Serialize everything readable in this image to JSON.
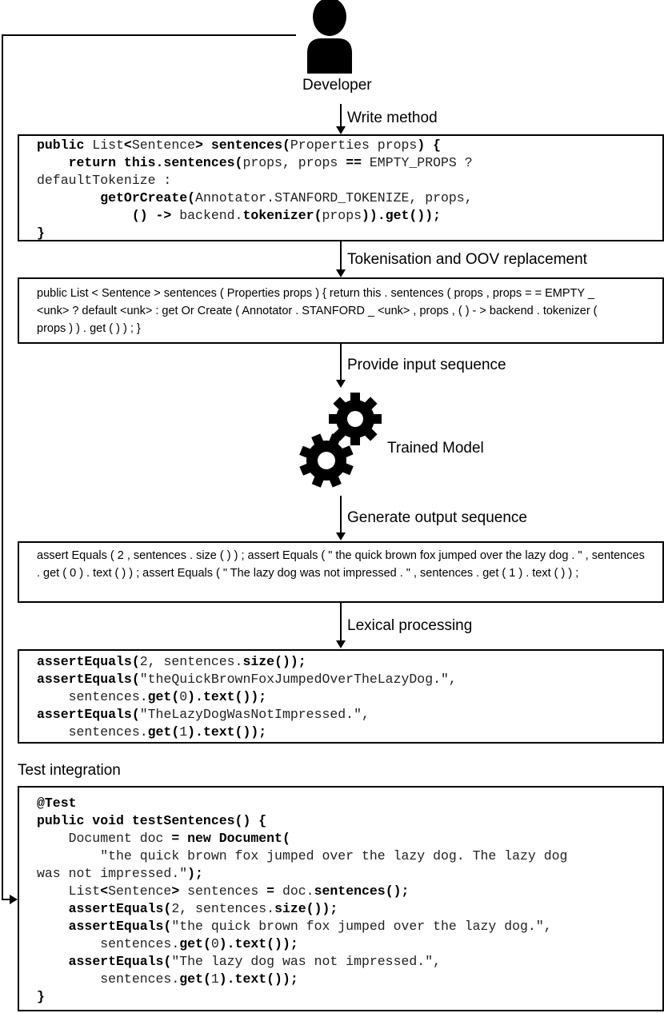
{
  "developer_label": "Developer",
  "steps": {
    "write_method": "Write method",
    "tokenisation": "Tokenisation and OOV replacement",
    "provide_input": "Provide input sequence",
    "model": "Trained Model",
    "generate_output": "Generate output sequence",
    "lexical": "Lexical processing",
    "test_integration": "Test integration"
  },
  "method_code": [
    [
      {
        "t": "public ",
        "b": 1
      },
      {
        "t": "List"
      },
      {
        "t": "<",
        "b": 1
      },
      {
        "t": "Sentence"
      },
      {
        "t": "> ",
        "b": 1
      },
      {
        "t": "sentences(",
        "b": 1
      },
      {
        "t": "Properties props"
      },
      {
        "t": ") {",
        "b": 1
      }
    ],
    [
      {
        "t": "    "
      },
      {
        "t": "return this.sentences(",
        "b": 1
      },
      {
        "t": "props, props "
      },
      {
        "t": "==",
        "b": 1
      },
      {
        "t": " EMPTY_PROPS ?"
      }
    ],
    [
      {
        "t": "defaultTokenize :"
      }
    ],
    [
      {
        "t": "        "
      },
      {
        "t": "getOrCreate(",
        "b": 1
      },
      {
        "t": "Annotator.STANFORD_TOKENIZE, props,"
      }
    ],
    [
      {
        "t": "            "
      },
      {
        "t": "() ->",
        "b": 1
      },
      {
        "t": " backend."
      },
      {
        "t": "tokenizer(",
        "b": 1
      },
      {
        "t": "props"
      },
      {
        "t": ")).get());",
        "b": 1
      }
    ],
    [
      {
        "t": "}",
        "b": 1
      }
    ]
  ],
  "token_input": "public List < Sentence > sentences ( Properties props ) { return this . sentences ( props , props = = EMPTY _ <unk> ? default <unk> : get Or Create ( Annotator . STANFORD _ <unk> , props , ( ) - > backend . tokenizer ( props ) ) . get ( ) ) ; }",
  "token_output": "assert Equals ( 2 , sentences . size ( ) ) ; assert Equals ( \" the quick brown fox jumped over the lazy dog . \" , sentences . get ( 0 ) . text ( ) ) ; assert Equals ( \" The lazy dog was not impressed . \" , sentences . get ( 1 ) . text ( ) ) ;",
  "lexical_code": [
    [
      {
        "t": "assertEquals(",
        "b": 1
      },
      {
        "t": "2, sentences."
      },
      {
        "t": "size());",
        "b": 1
      }
    ],
    [
      {
        "t": "assertEquals(",
        "b": 1
      },
      {
        "t": "\"theQuickBrownFoxJumpedOverTheLazyDog.\","
      }
    ],
    [
      {
        "t": "    sentences."
      },
      {
        "t": "get(",
        "b": 1
      },
      {
        "t": "0"
      },
      {
        "t": ").text());",
        "b": 1
      }
    ],
    [
      {
        "t": "assertEquals(",
        "b": 1
      },
      {
        "t": "\"TheLazyDogWasNotImpressed.\","
      }
    ],
    [
      {
        "t": "    sentences."
      },
      {
        "t": "get(",
        "b": 1
      },
      {
        "t": "1"
      },
      {
        "t": ").text());",
        "b": 1
      }
    ]
  ],
  "test_code": [
    [
      {
        "t": "@Test",
        "b": 1
      }
    ],
    [
      {
        "t": "public void testSentences() {",
        "b": 1
      }
    ],
    [
      {
        "t": "    Document doc "
      },
      {
        "t": "= new Document(",
        "b": 1
      }
    ],
    [
      {
        "t": "        \"the quick brown fox jumped over the lazy dog. The lazy dog"
      }
    ],
    [
      {
        "t": "was not impressed.\""
      },
      {
        "t": ");",
        "b": 1
      }
    ],
    [
      {
        "t": "    List"
      },
      {
        "t": "<",
        "b": 1
      },
      {
        "t": "Sentence"
      },
      {
        "t": ">",
        "b": 1
      },
      {
        "t": " sentences "
      },
      {
        "t": "=",
        "b": 1
      },
      {
        "t": " doc."
      },
      {
        "t": "sentences();",
        "b": 1
      }
    ],
    [
      {
        "t": "    "
      },
      {
        "t": "assertEquals(",
        "b": 1
      },
      {
        "t": "2, sentences."
      },
      {
        "t": "size());",
        "b": 1
      }
    ],
    [
      {
        "t": "    "
      },
      {
        "t": "assertEquals(",
        "b": 1
      },
      {
        "t": "\"the quick brown fox jumped over the lazy dog.\","
      }
    ],
    [
      {
        "t": "        sentences."
      },
      {
        "t": "get(",
        "b": 1
      },
      {
        "t": "0"
      },
      {
        "t": ").text());",
        "b": 1
      }
    ],
    [
      {
        "t": "    "
      },
      {
        "t": "assertEquals(",
        "b": 1
      },
      {
        "t": "\"The lazy dog was not impressed.\","
      }
    ],
    [
      {
        "t": "        sentences."
      },
      {
        "t": "get(",
        "b": 1
      },
      {
        "t": "1"
      },
      {
        "t": ").text());",
        "b": 1
      }
    ],
    [
      {
        "t": "}",
        "b": 1
      }
    ]
  ]
}
